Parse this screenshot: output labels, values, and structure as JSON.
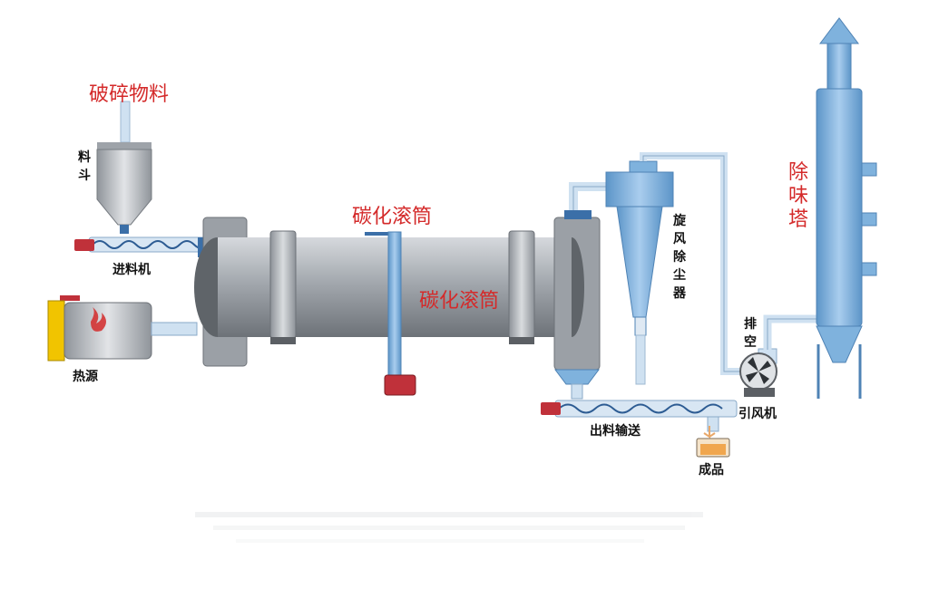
{
  "labels": {
    "crushed_material": "破碎物料",
    "hopper": "料斗",
    "feeder": "进料机",
    "heat_source": "热源",
    "drum_top": "碳化滚筒",
    "drum_body": "碳化滚筒",
    "cyclone": "旋风除尘器",
    "exhaust": "排空",
    "fan": "引风机",
    "discharge": "出料输送",
    "product": "成品",
    "deodor_tower": "除味塔"
  },
  "colors": {
    "drum": "#a7acb3",
    "blue_equipment": "#7fb2dd",
    "pipe": "#cfe1f1",
    "motor_red": "#c0313a",
    "label_red": "#d42a2a",
    "heater_yellow": "#f1c400"
  }
}
